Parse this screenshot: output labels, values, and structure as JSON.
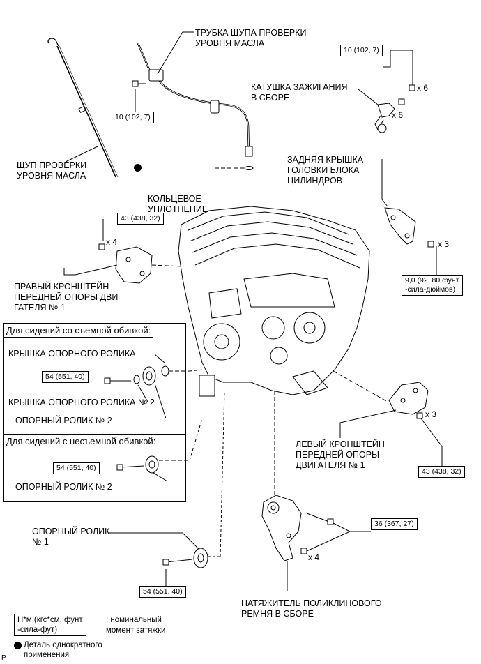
{
  "labels": {
    "oil_tube": "ТРУБКА ЩУПА ПРОВЕРКИ\nУРОВНЯ МАСЛА",
    "dipstick": "ЩУП ПРОВЕРКИ\nУРОВНЯ МАСЛА",
    "o_ring": "КОЛЬЦЕВОЕ\nУПЛОТНЕНИЕ",
    "ignition_coil": "КАТУШКА ЗАЖИГАНИЯ\nВ СБОРЕ",
    "rear_cover": "ЗАДНЯЯ КРЫШКА\nГОЛОВКИ БЛОКА\nЦИЛИНДРОВ",
    "right_bracket": "ПРАВЫЙ КРОНШТЕЙН\nПЕРЕДНЕЙ ОПОРЫ ДВИ\nГАТЕЛЯ № 1",
    "idler_cover": "КРЫШКА ОПОРНОГО РОЛИКА",
    "idler_cover2": "КРЫШКА ОПОРНОГО РОЛИКА № 2",
    "idler2_a": "ОПОРНЫЙ РОЛИК № 2",
    "idler2_b": "ОПОРНЫЙ РОЛИК № 2",
    "idler1": "ОПОРНЫЙ РОЛИК\n№ 1",
    "left_bracket": "ЛЕВЫЙ КРОНШТЕЙН\nПЕРЕДНЕЙ ОПОРЫ\nДВИГАТЕЛЯ № 1",
    "tensioner": "НАТЯЖИТЕЛЬ ПОЛИКЛИНОВОГО\nРЕМНЯ В СБОРЕ"
  },
  "torques": {
    "tube_bolt": "10 (102, 7)",
    "coil_bolt": "10 (102, 7)",
    "right_bracket_bolt": "43 (438, 32)",
    "rear_cover_bolt": "9,0 (92, 80 фунт\n-сила-дюймов)",
    "idler_removable": "54 (551, 40)",
    "idler_fixed": "54 (551, 40)",
    "idler1_bolt": "54 (551, 40)",
    "left_bracket_bolt": "43 (438, 32)",
    "tensioner_bolt": "36 (367, 27)"
  },
  "multipliers": {
    "coil_bolt": "x 6",
    "coil": "x 6",
    "right_bracket": "x 4",
    "rear_cover": "x 3",
    "left_bracket": "x 3",
    "tensioner": "x 4"
  },
  "sections": {
    "removable": "Для сидений со съемной обивкой:",
    "fixed": "Для сидений с несъемной обивкой:"
  },
  "legend": {
    "torque_units": "Н*м (кгс*см, фунт\n-сила-фут)",
    "torque_desc": ": номинальный\nмомент затяжки",
    "single_use": "Деталь однократного\nприменения"
  },
  "corner_mark": "P"
}
